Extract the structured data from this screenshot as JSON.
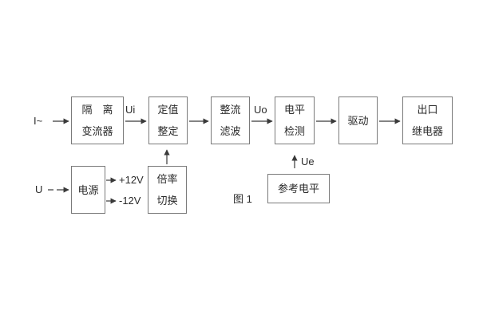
{
  "figure": {
    "caption": "图 1"
  },
  "diagram": {
    "blocks": {
      "isolation": {
        "line1": "隔　离",
        "line2": "变流器"
      },
      "setpoint": {
        "line1": "定值",
        "line2": "整定"
      },
      "rectifier": {
        "line1": "整流",
        "line2": "滤波"
      },
      "level": {
        "line1": "电平",
        "line2": "检测"
      },
      "drive": {
        "line1": "驱动"
      },
      "relay": {
        "line1": "出口",
        "line2": "继电器"
      },
      "power": {
        "line1": "电源"
      },
      "ratio": {
        "line1": "倍率",
        "line2": "切换"
      },
      "reference": {
        "line1": "参考电平"
      }
    },
    "labels": {
      "input_current": "I~",
      "input_voltage": "U",
      "ui": "Ui",
      "uo": "Uo",
      "ue": "Ue",
      "plus12v": "+12V",
      "minus12v": "-12V"
    },
    "colors": {
      "background": "#ffffff",
      "box_border": "#7a7a7a",
      "text": "#2b2b2b",
      "line": "#3a3a3a"
    }
  }
}
